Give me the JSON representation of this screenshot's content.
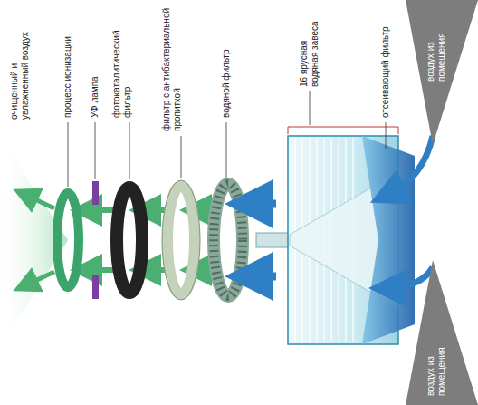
{
  "diagram": {
    "nodes": [
      {
        "text": [
          "воздух из помещения"
        ]
      },
      {
        "text": [
          "воздух из помещения"
        ]
      }
    ],
    "labels": [
      "очищенный и увлажненный воздух",
      "процесс ионизации",
      "УФ лампа",
      "фотокаталитический фильтр",
      "фильтр с антибактериальной пропиткой",
      "водяной фильтр",
      "16 ярусная водяная завеса",
      "отсеивающий фильтр"
    ]
  }
}
